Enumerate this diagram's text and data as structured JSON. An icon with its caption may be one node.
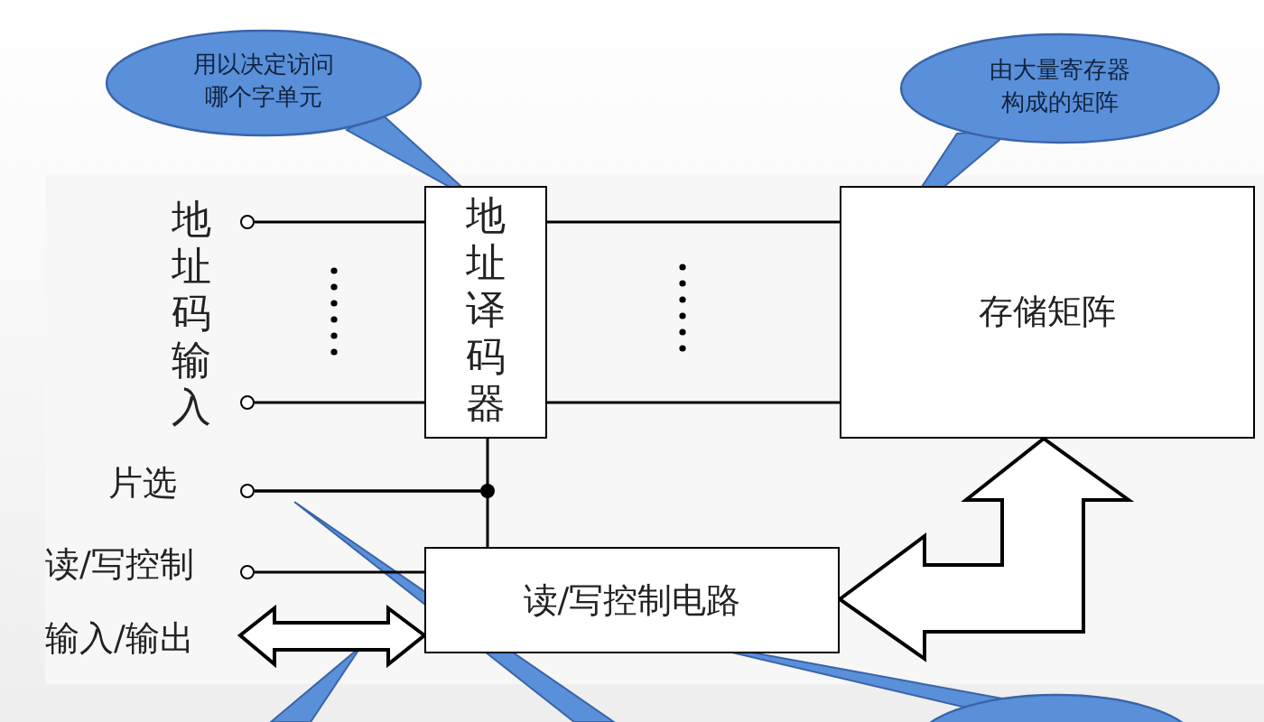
{
  "diagram": {
    "nodes": [
      {
        "text": [
          "用以决定访问哪个字单元"
        ]
      },
      {
        "text": [
          "由大量寄存器构成的矩阵"
        ]
      },
      {
        "text": [
          "地址译码器"
        ]
      },
      {
        "text": [
          "存储矩阵"
        ]
      },
      {
        "text": [
          "读/写控制电路"
        ]
      },
      {
        "text": [],
        "shape": "circle"
      },
      {
        "text": [],
        "shape": "circle"
      },
      {
        "text": [],
        "shape": "circle",
        "beside": [
          "片选"
        ]
      },
      {
        "text": [],
        "shape": "circle",
        "beside": [
          "读/写控制"
        ]
      },
      {
        "text": [
          "输入/输出"
        ]
      },
      {
        "text": [],
        "shape": "ellipse"
      },
      {
        "text": [],
        "shape": "callout"
      },
      {
        "text": [],
        "shape": "callout"
      }
    ],
    "edges": [
      {
        "from": 5,
        "to": 2,
        "arrow": "none"
      },
      {
        "from": 6,
        "to": 2,
        "arrow": "none"
      },
      {
        "from": 2,
        "to": 3,
        "arrow": "none"
      },
      {
        "from": 2,
        "to": 3,
        "arrow": "none"
      },
      {
        "from": 7,
        "to": 2,
        "arrow": "none"
      },
      {
        "from": 7,
        "to": 4,
        "arrow": "none"
      },
      {
        "from": 8,
        "to": 4,
        "arrow": "none"
      },
      {
        "from": 9,
        "to": 4,
        "arrow": "both"
      },
      {
        "from": 4,
        "to": 3,
        "arrow": "both"
      },
      {
        "from": 0,
        "to": 2,
        "arrow": "none"
      },
      {
        "from": 1,
        "to": 3,
        "arrow": "none"
      },
      {
        "from": 10,
        "to": 4,
        "arrow": "none"
      }
    ],
    "labels": [
      "地址码输入"
    ]
  }
}
